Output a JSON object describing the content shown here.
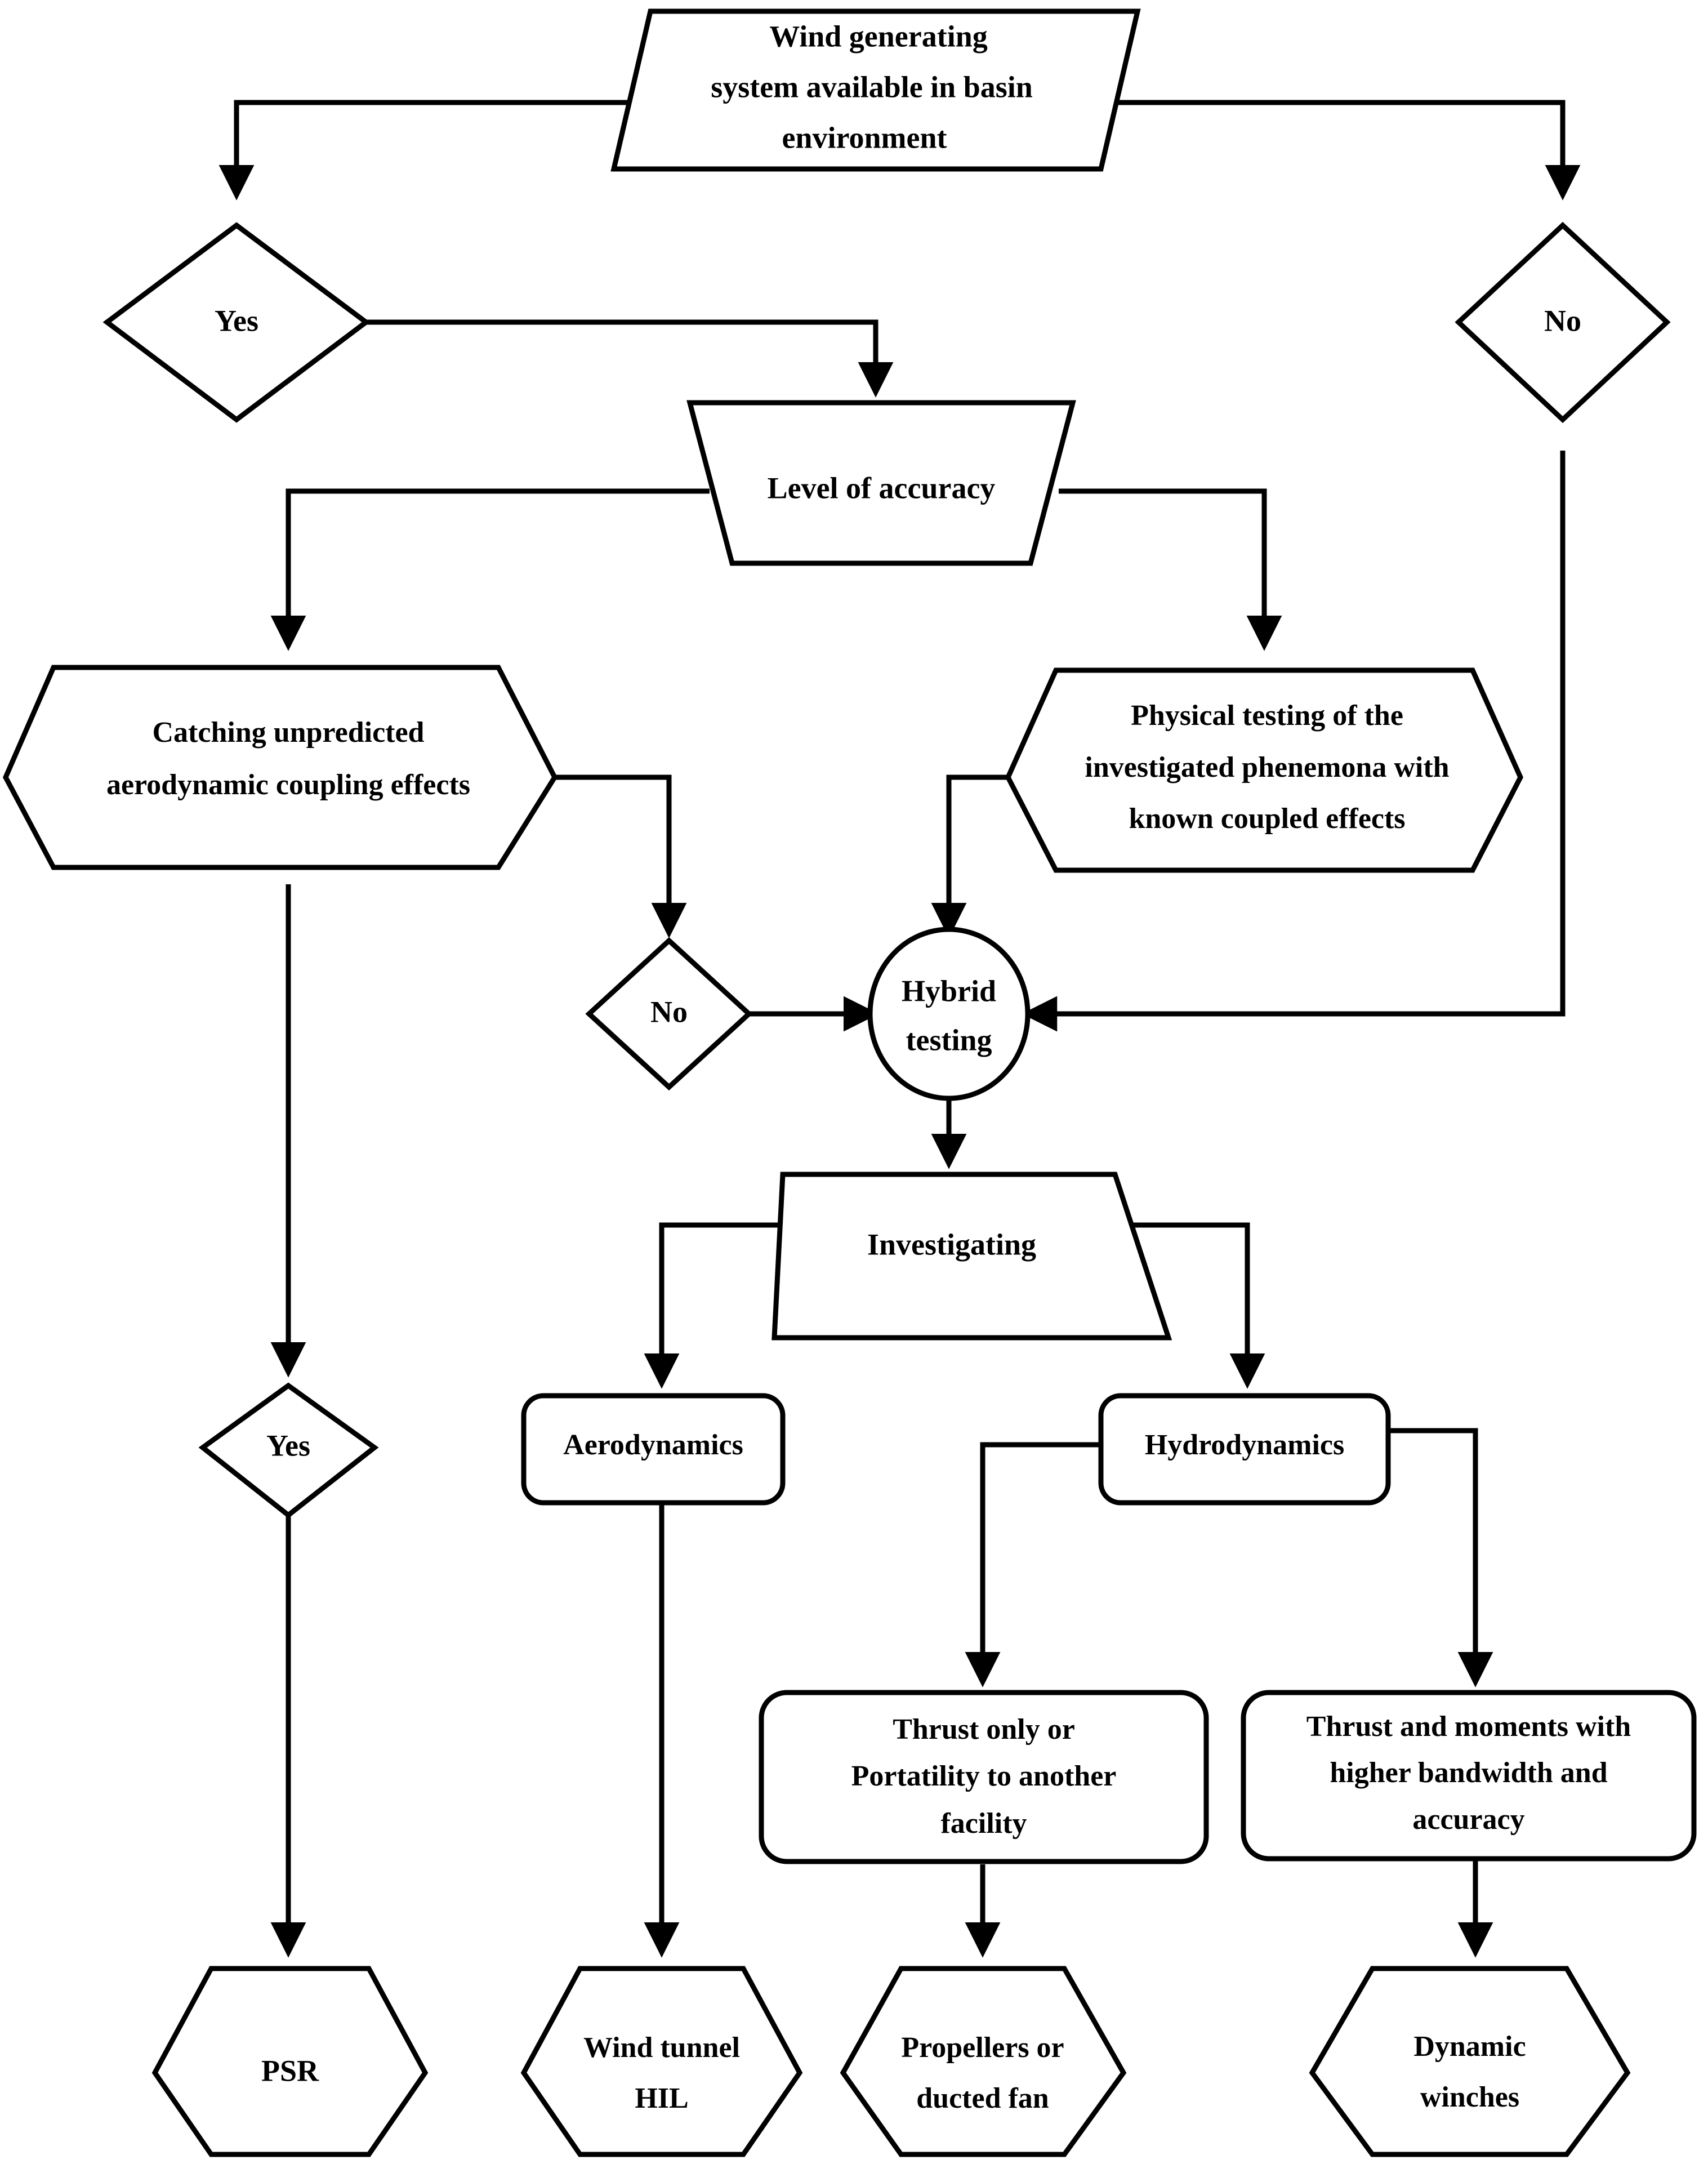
{
  "diagram": {
    "title": "Wind generating system decision flowchart",
    "colors": {
      "stroke": "#000000",
      "fill": "#ffffff",
      "shadow": "#c9c9d4"
    },
    "nodes": {
      "start": {
        "shape": "parallelogram",
        "lines": [
          "Wind generating",
          "system available in basin",
          "environment"
        ]
      },
      "decision_yes_top": {
        "shape": "diamond",
        "label": "Yes"
      },
      "decision_no_top": {
        "shape": "diamond",
        "label": "No"
      },
      "level_of_accuracy": {
        "shape": "trapezoid-inverted",
        "label": "Level of accuracy"
      },
      "catching_effects": {
        "shape": "hexagon",
        "lines": [
          "Catching unpredicted",
          "aerodynamic coupling effects"
        ]
      },
      "physical_testing": {
        "shape": "hexagon",
        "lines": [
          "Physical testing of the",
          "investigated phenemona with",
          "known coupled effects"
        ]
      },
      "decision_no_mid": {
        "shape": "diamond",
        "label": "No"
      },
      "hybrid_testing": {
        "shape": "circle",
        "lines": [
          "Hybrid",
          "testing"
        ]
      },
      "investigating": {
        "shape": "trapezoid-inverted",
        "label": "Investigating"
      },
      "decision_yes_left": {
        "shape": "diamond",
        "label": "Yes"
      },
      "aerodynamics": {
        "shape": "rounded-rect",
        "label": "Aerodynamics"
      },
      "hydrodynamics": {
        "shape": "rounded-rect",
        "label": "Hydrodynamics"
      },
      "thrust_only": {
        "shape": "rounded-rect",
        "lines": [
          "Thrust only or",
          "Portatility to another",
          "facility"
        ]
      },
      "thrust_moments": {
        "shape": "rounded-rect",
        "lines": [
          "Thrust and moments with",
          "higher bandwidth and",
          "accuracy"
        ]
      },
      "psr": {
        "shape": "hexagon",
        "lines": [
          "PSR"
        ]
      },
      "wind_tunnel_hil": {
        "shape": "hexagon",
        "lines": [
          "Wind tunnel",
          "HIL"
        ]
      },
      "propellers": {
        "shape": "hexagon",
        "lines": [
          "Propellers or",
          "ducted fan"
        ]
      },
      "dynamic_winches": {
        "shape": "hexagon",
        "lines": [
          "Dynamic",
          "winches"
        ]
      }
    }
  }
}
